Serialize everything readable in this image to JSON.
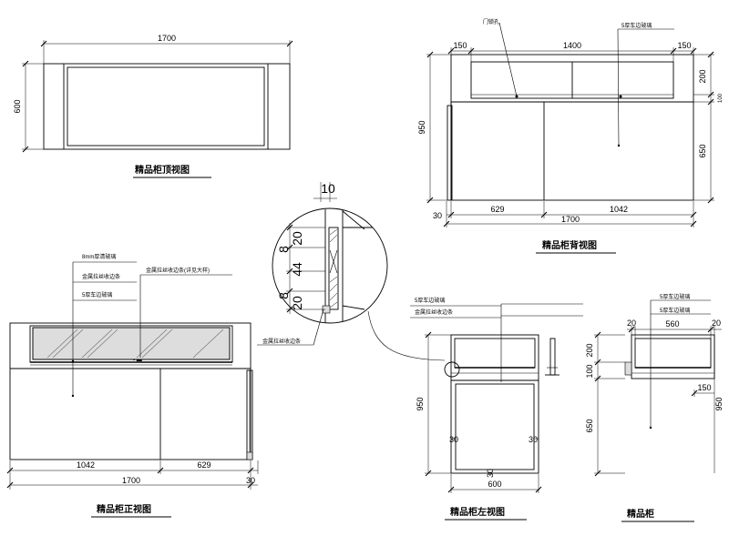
{
  "views": {
    "top": {
      "title": "精品柜顶视图",
      "dims": {
        "width": "1700",
        "depth": "600"
      }
    },
    "back": {
      "title": "精品柜背视图",
      "dims": {
        "top_left": "150",
        "top_mid": "1400",
        "top_right": "150",
        "left_height": "950",
        "right_top": "200",
        "right_mid": "100",
        "right_bot": "650",
        "bot_left": "30",
        "bot_a": "629",
        "bot_b": "1042",
        "bot_total": "1700"
      },
      "labels": {
        "lock": "门锁孔",
        "glass": "5厚车边玻璃"
      }
    },
    "front": {
      "title": "精品柜正视图",
      "dims": {
        "bot_a": "1042",
        "bot_b": "629",
        "bot_total": "1700",
        "bot_right": "30"
      },
      "labels": {
        "l1": "8mm厚清玻璃",
        "l2": "金属拉丝收边条",
        "l3": "金属拉丝收边条(详见大样)",
        "l4": "5厚车边玻璃"
      }
    },
    "detail": {
      "dims": {
        "top": "10",
        "d1": "8",
        "d2": "20",
        "d3": "44",
        "d4": "8",
        "d5": "20"
      },
      "labels": {
        "l1": "金属拉丝收边条"
      }
    },
    "left": {
      "title": "精品柜左视图",
      "dims": {
        "height": "950",
        "side_a": "30",
        "side_b": "30",
        "bottom": "30",
        "width": "600"
      },
      "labels": {
        "l1": "5厚车边玻璃",
        "l2": "金属拉丝收边条"
      }
    },
    "right": {
      "title": "精品柜",
      "dims": {
        "top_a": "20",
        "top_b": "560",
        "top_c": "20",
        "h1": "200",
        "h2": "100",
        "h3": "650",
        "right_w": "150",
        "right_h": "950"
      },
      "labels": {
        "l1": "5厚车边玻璃",
        "l2": "5厚车边玻璃"
      }
    }
  }
}
